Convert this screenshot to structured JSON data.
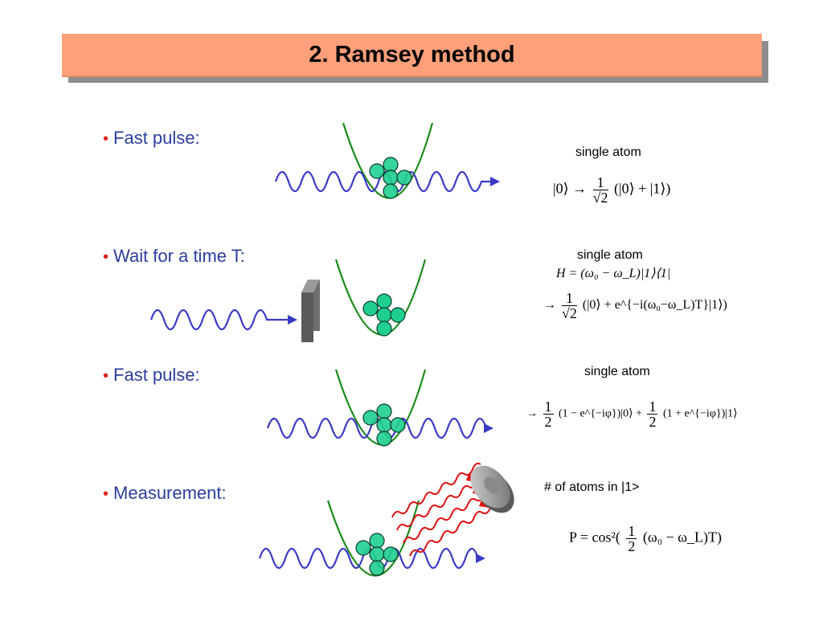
{
  "title": "2. Ramsey method",
  "colors": {
    "title_bg": "#ffa07a",
    "bullet_text": "#2a3d9e",
    "bullet_dot": "#e02020",
    "wave": "#3a3ac8",
    "trap": "#1a8a1a",
    "atom": "#1fcf8f",
    "fluorescence": "#e01010"
  },
  "steps": [
    {
      "label": "Fast pulse:",
      "caption": "single atom",
      "formula": {
        "left": "|0⟩ →",
        "num": "1",
        "den": "√2",
        "right": "(|0⟩ + |1⟩)"
      }
    },
    {
      "label": "Wait for a time T:",
      "caption": "single atom",
      "hamiltonian": "H  =  (ω₀ − ω_L)|1⟩⟨1|",
      "formula": {
        "left": "→",
        "num": "1",
        "den": "√2",
        "right": "(|0⟩ + e^{−i(ω₀−ω_L)T}|1⟩)"
      }
    },
    {
      "label": "Fast pulse:",
      "caption": "single atom",
      "formula": {
        "left": "→",
        "num": "1",
        "den": "2",
        "right": "(1 − e^{−iφ})|0⟩ +",
        "num2": "1",
        "den2": "2",
        "right2": "(1 + e^{−iφ})|1⟩"
      }
    },
    {
      "label": "Measurement:",
      "caption": "# of atoms in |1>",
      "formula": {
        "left": "P = cos²(",
        "num": "1",
        "den": "2",
        "right": "(ω₀ − ω_L)T)"
      }
    }
  ],
  "icons": {
    "bullet": "bullet-dot-icon",
    "shutter": "shutter-block-icon",
    "detector": "detector-icon",
    "trap": "trap-parabola-icon",
    "atom": "atom-icon"
  }
}
